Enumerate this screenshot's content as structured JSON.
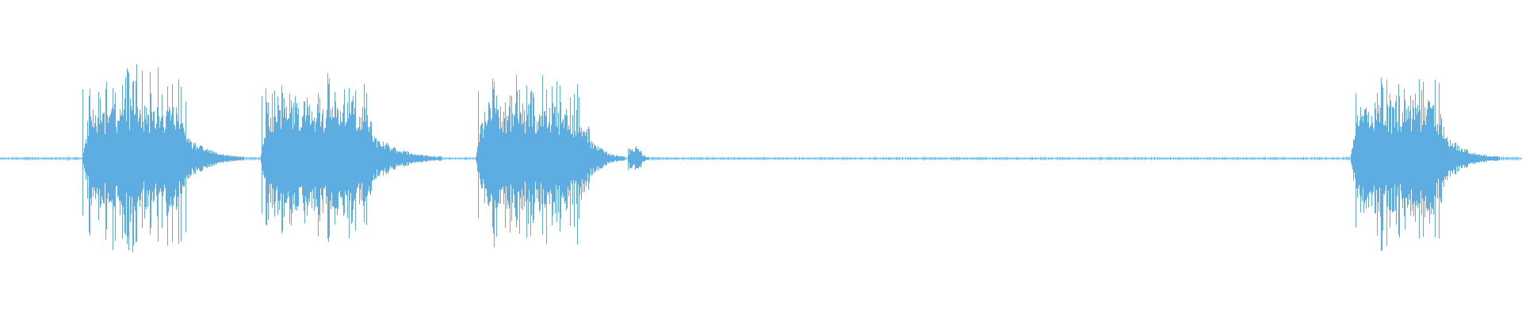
{
  "waveform": {
    "color": "#5dade2",
    "background": "#ffffff",
    "amplitude_range": [
      -1,
      1
    ],
    "baseline_noise": 0.012,
    "bursts": [
      {
        "start": 0.054,
        "end": 0.122,
        "tail_end": 0.16,
        "peak": 0.53,
        "typical": 0.3,
        "spike_at": 0.084,
        "seed": 11
      },
      {
        "start": 0.171,
        "end": 0.245,
        "tail_end": 0.29,
        "peak": 0.49,
        "typical": 0.32,
        "spike_at": 0.216,
        "seed": 23
      },
      {
        "start": 0.312,
        "end": 0.387,
        "tail_end": 0.41,
        "peak": 0.5,
        "typical": 0.28,
        "spike_at": 0.324,
        "seed": 37
      },
      {
        "start": 0.413,
        "end": 0.422,
        "tail_end": 0.426,
        "peak": 0.07,
        "typical": 0.05,
        "spike_at": 0.418,
        "seed": 41
      },
      {
        "start": 0.887,
        "end": 0.95,
        "tail_end": 0.985,
        "peak": 0.51,
        "typical": 0.31,
        "spike_at": 0.908,
        "seed": 53
      }
    ]
  }
}
